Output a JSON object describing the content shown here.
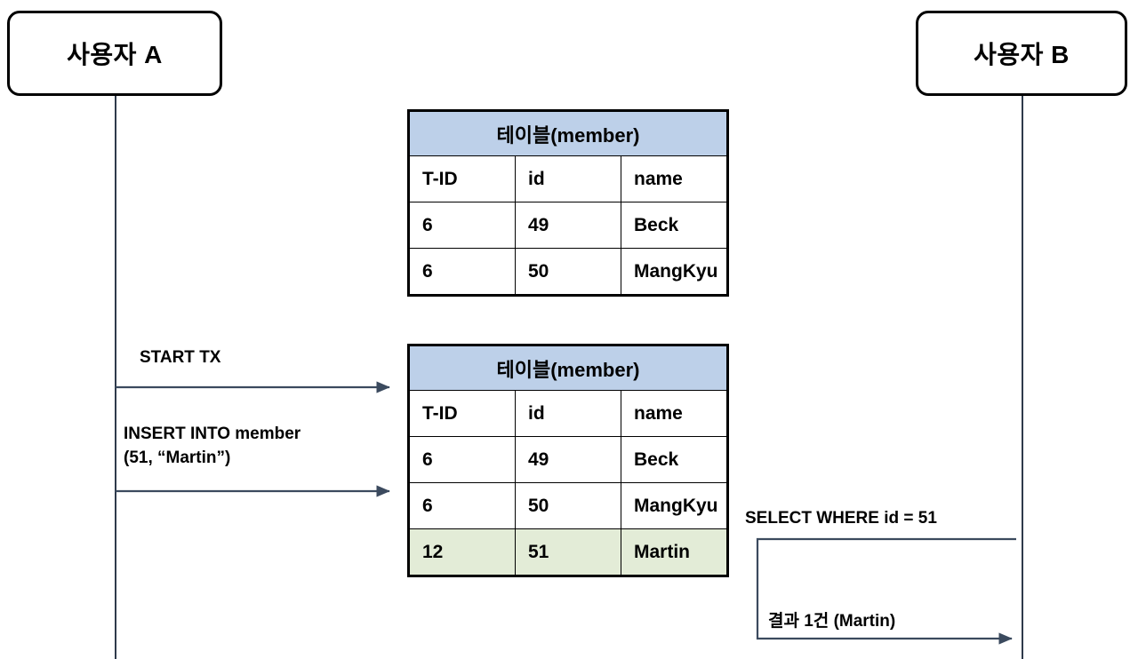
{
  "diagram": {
    "type": "sequence-diagram",
    "title": "",
    "colors": {
      "table_header_blue": "#bdd0e9",
      "highlight_green": "#e3ecd7",
      "arrow_navy": "#3b4a5e",
      "border_black": "#000000"
    }
  },
  "actors": [
    {
      "id": "a",
      "label": "사용자 A"
    },
    {
      "id": "b",
      "label": "사용자 B"
    }
  ],
  "tables": [
    {
      "id": "before",
      "title": "테이블(member)",
      "headers": [
        "T-ID",
        "id",
        "name"
      ],
      "rows": [
        {
          "cells": [
            "6",
            "49",
            "Beck"
          ],
          "highlight": false
        },
        {
          "cells": [
            "6",
            "50",
            "MangKyu"
          ],
          "highlight": false
        }
      ]
    },
    {
      "id": "after",
      "title": "테이블(member)",
      "headers": [
        "T-ID",
        "id",
        "name"
      ],
      "rows": [
        {
          "cells": [
            "6",
            "49",
            "Beck"
          ],
          "highlight": false
        },
        {
          "cells": [
            "6",
            "50",
            "MangKyu"
          ],
          "highlight": false
        },
        {
          "cells": [
            "12",
            "51",
            "Martin"
          ],
          "highlight": true
        }
      ]
    }
  ],
  "messages": [
    {
      "id": "start-tx",
      "label": "START TX",
      "from": "a",
      "to": "table-before"
    },
    {
      "id": "insert",
      "label": "INSERT INTO member\n(51, “Martin”)",
      "from": "a",
      "to": "table-after"
    },
    {
      "id": "select",
      "label": "SELECT WHERE id = 51",
      "from": "b",
      "to": "b"
    },
    {
      "id": "result",
      "label": "결과 1건 (Martin)",
      "from": "b",
      "to": "b"
    }
  ]
}
